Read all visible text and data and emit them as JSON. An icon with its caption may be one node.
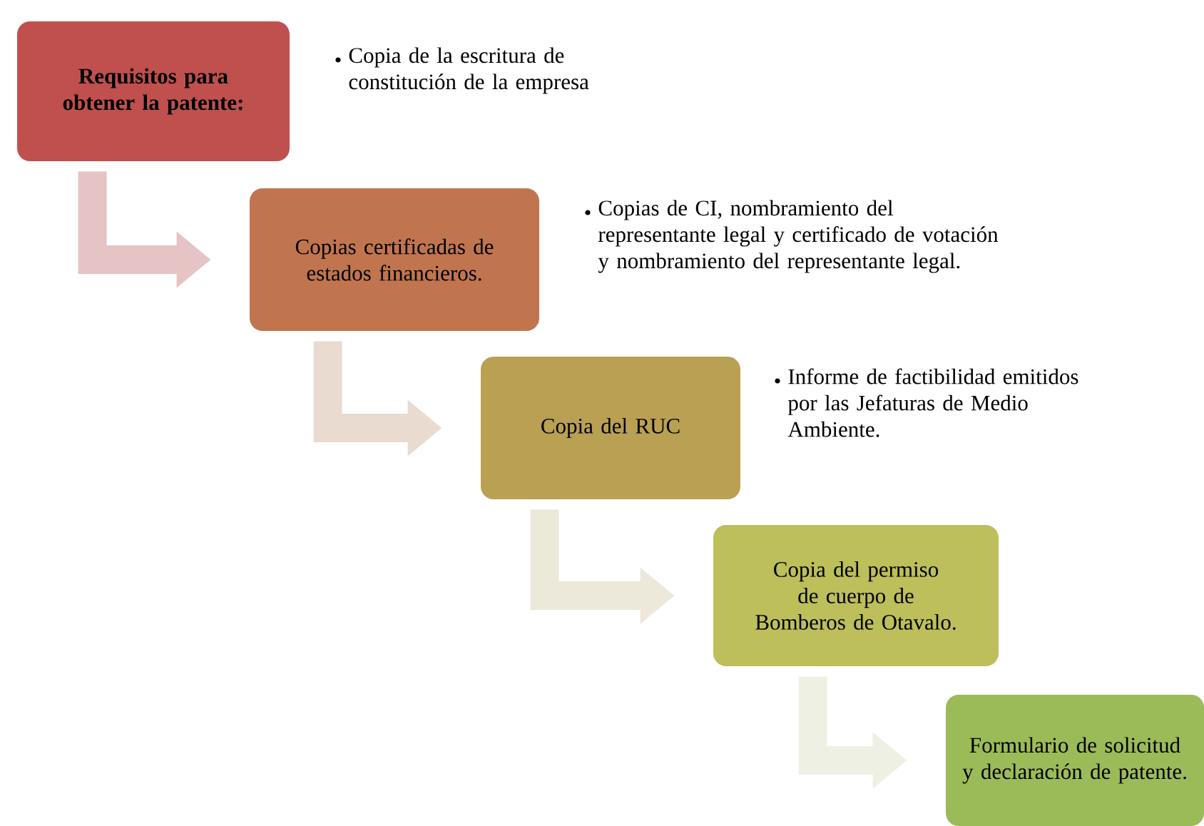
{
  "diagram": {
    "nodes": [
      {
        "text": [
          "**Requisitos para obtener la patente:**"
        ],
        "beside": [
          "Copia de la escritura de constitución de la empresa"
        ]
      },
      {
        "text": [
          "Copias certificadas de estados financieros."
        ],
        "beside": [
          "Copias de CI, nombramiento del representante legal y certificado de votación y nombramiento del representante legal."
        ]
      },
      {
        "text": [
          "Copia del RUC"
        ],
        "beside": [
          "Informe de factibilidad emitidos por las Jefaturas de Medio Ambiente."
        ]
      },
      {
        "text": [
          "Copia del permiso de cuerpo de Bomberos de Otavalo."
        ]
      },
      {
        "text": [
          "Formulario de solicitud y declaración de patente."
        ]
      }
    ],
    "edges": [
      {
        "from": 0,
        "to": 1,
        "arrow": "to",
        "color": "#e6c3c4"
      },
      {
        "from": 1,
        "to": 2,
        "arrow": "to",
        "color": "#e9dbd0"
      },
      {
        "from": 2,
        "to": 3,
        "arrow": "to",
        "color": "#ece8da"
      },
      {
        "from": 3,
        "to": 4,
        "arrow": "to",
        "color": "#eef0e4"
      }
    ]
  }
}
